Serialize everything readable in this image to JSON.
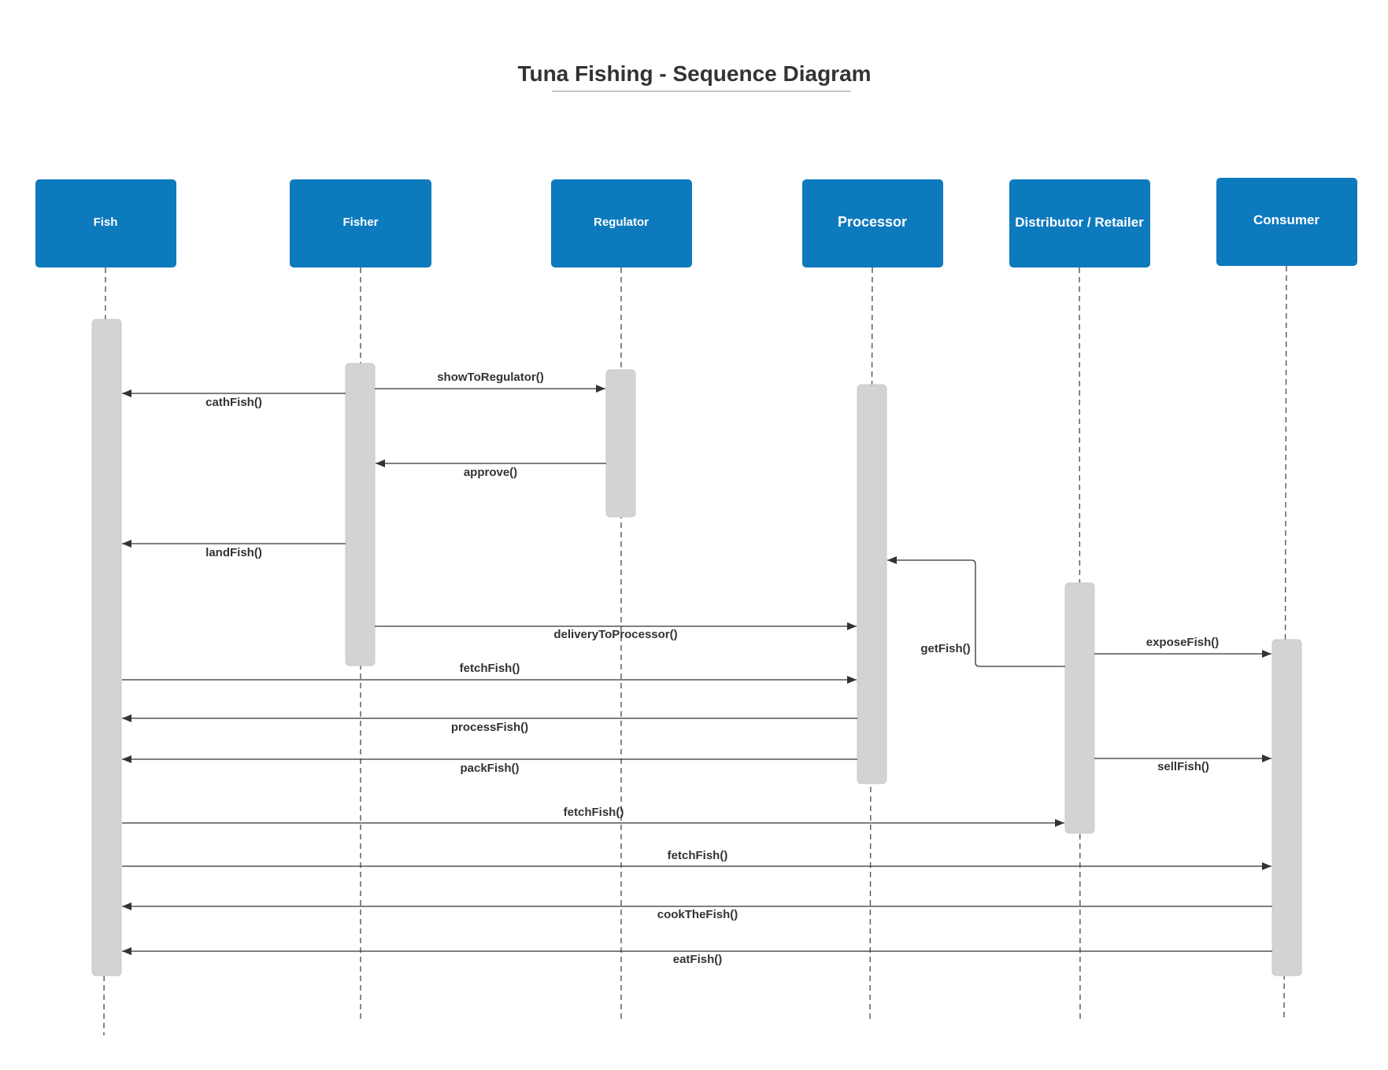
{
  "title": "Tuna Fishing - Sequence Diagram",
  "colors": {
    "actor_fill": "#0e7abe",
    "actor_text": "#ffffff",
    "activation_fill": "#d3d3d5",
    "line": "#333333",
    "title_underline": "#a8a8a8"
  },
  "actors": [
    {
      "id": "fish",
      "label": "Fish"
    },
    {
      "id": "fisher",
      "label": "Fisher"
    },
    {
      "id": "regulator",
      "label": "Regulator"
    },
    {
      "id": "processor",
      "label": "Processor"
    },
    {
      "id": "distributor",
      "label": "Distributor / Retailer"
    },
    {
      "id": "consumer",
      "label": "Consumer"
    }
  ],
  "messages": [
    {
      "from": "fisher",
      "to": "fish",
      "label": "cathFish()"
    },
    {
      "from": "fisher",
      "to": "regulator",
      "label": "showToRegulator()"
    },
    {
      "from": "regulator",
      "to": "fisher",
      "label": "approve()"
    },
    {
      "from": "fisher",
      "to": "fish",
      "label": "landFish()"
    },
    {
      "from": "distributor",
      "to": "processor",
      "label": "getFish()"
    },
    {
      "from": "fisher",
      "to": "processor",
      "label": "deliveryToProcessor()"
    },
    {
      "from": "distributor",
      "to": "consumer",
      "label": "exposeFish()"
    },
    {
      "from": "fish",
      "to": "processor",
      "label": "fetchFish()"
    },
    {
      "from": "processor",
      "to": "fish",
      "label": "processFish()"
    },
    {
      "from": "processor",
      "to": "fish",
      "label": "packFish()"
    },
    {
      "from": "distributor",
      "to": "consumer",
      "label": "sellFish()"
    },
    {
      "from": "fish",
      "to": "distributor",
      "label": "fetchFish()"
    },
    {
      "from": "fish",
      "to": "consumer",
      "label": "fetchFish()"
    },
    {
      "from": "consumer",
      "to": "fish",
      "label": "cookTheFish()"
    },
    {
      "from": "consumer",
      "to": "fish",
      "label": "eatFish()"
    }
  ]
}
